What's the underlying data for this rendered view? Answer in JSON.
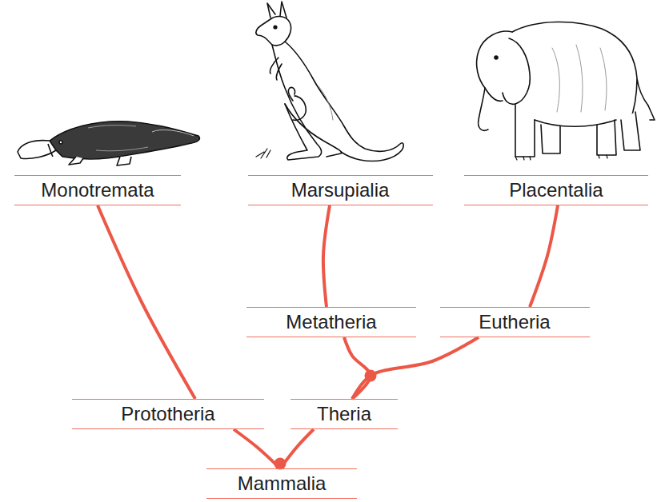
{
  "diagram": {
    "nodes": [
      {
        "text": [
          "Monotremata"
        ]
      },
      {
        "text": [
          "Marsupialia"
        ]
      },
      {
        "text": [
          "Placentalia"
        ]
      },
      {
        "text": [
          "Metatheria"
        ]
      },
      {
        "text": [
          "Eutheria"
        ]
      },
      {
        "text": [
          "Prototheria"
        ]
      },
      {
        "text": [
          "Theria"
        ]
      },
      {
        "text": [
          "Mammalia"
        ]
      }
    ],
    "edges": [
      {
        "from": 7,
        "to": 5,
        "arrow": "none"
      },
      {
        "from": 5,
        "to": 0,
        "arrow": "none"
      },
      {
        "from": 7,
        "to": 6,
        "arrow": "none"
      },
      {
        "from": 6,
        "to": 3,
        "arrow": "none"
      },
      {
        "from": 6,
        "to": 4,
        "arrow": "none"
      },
      {
        "from": 3,
        "to": 1,
        "arrow": "none"
      },
      {
        "from": 4,
        "to": 2,
        "arrow": "none"
      }
    ]
  }
}
